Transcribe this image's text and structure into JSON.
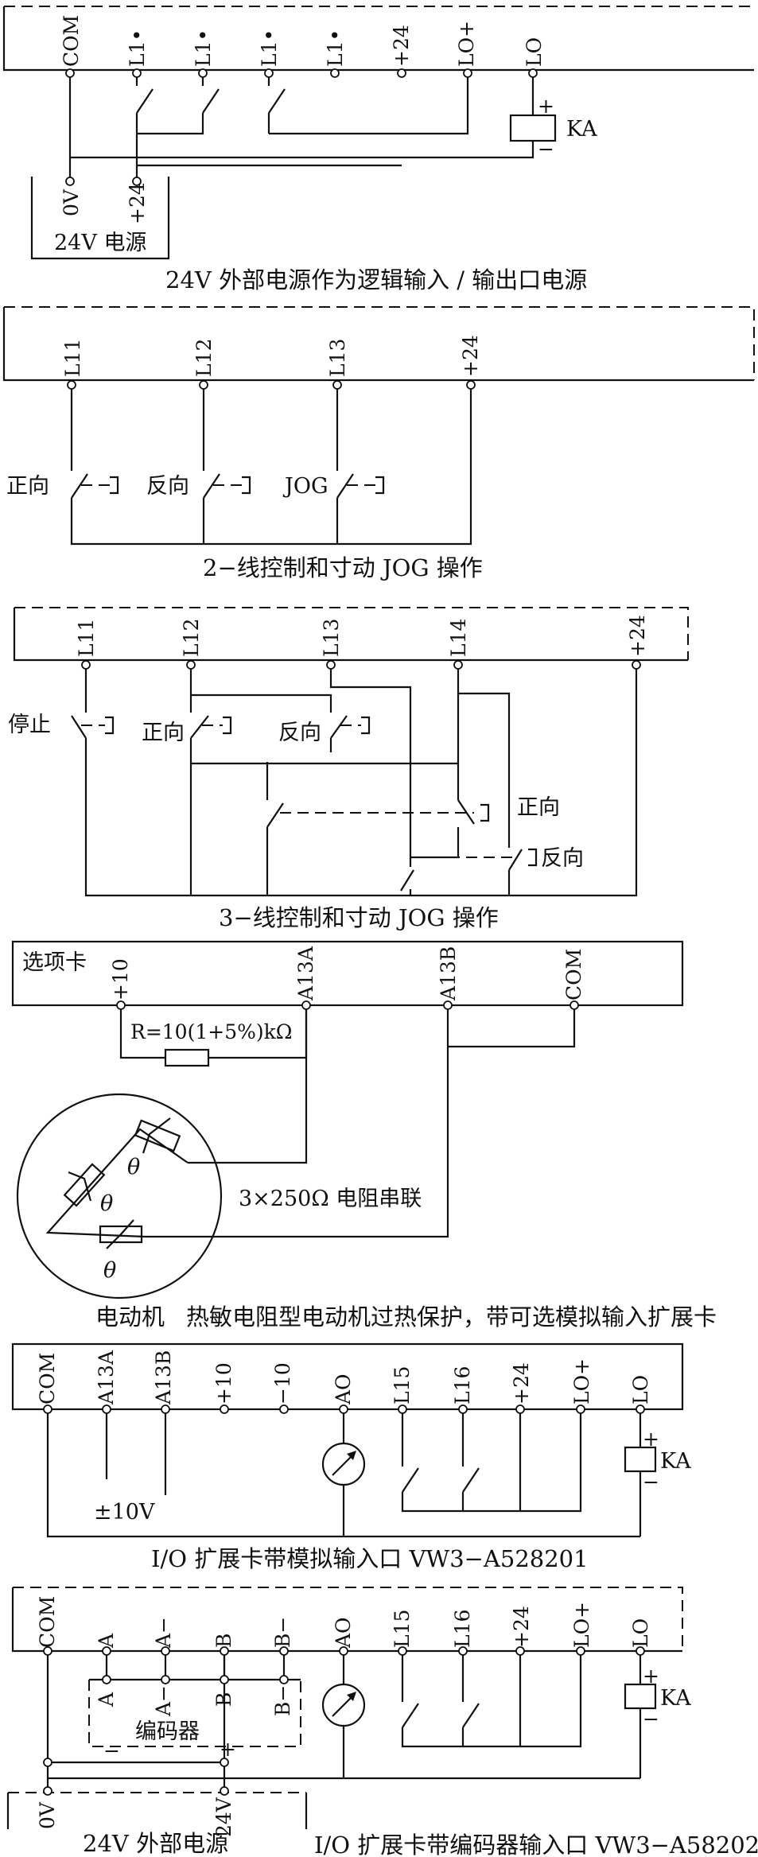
{
  "diagrams": [
    {
      "caption": "24V 外部电源作为逻辑输入 / 输出口电源",
      "terminals": [
        "COM",
        "L1•",
        "L1•",
        "L1•",
        "L1•",
        "+24",
        "LO+",
        "LO"
      ],
      "supply_box": {
        "label": "24V 电源",
        "terminals": [
          "0V",
          "+24"
        ]
      },
      "relay": {
        "label": "KA",
        "plus": "+",
        "minus": "−"
      }
    },
    {
      "caption": "2−线控制和寸动 JOG 操作",
      "terminals": [
        "L11",
        "L12",
        "L13",
        "+24"
      ],
      "switches": [
        "正向",
        "反向",
        "JOG"
      ]
    },
    {
      "caption": "3−线控制和寸动 JOG 操作",
      "terminals": [
        "L11",
        "L12",
        "L13",
        "L14",
        "+24"
      ],
      "switches": [
        "停止",
        "正向",
        "反向",
        "正向",
        "反向"
      ]
    },
    {
      "caption": "热敏电阻型电动机过热保护，带可选模拟输入扩展卡",
      "card_label": "选项卡",
      "terminals": [
        "+10",
        "A13A",
        "A13B",
        "COM"
      ],
      "resistor": "R=10(1+5%)kΩ",
      "series_note": "3×250Ω 电阻串联",
      "theta": [
        "θ",
        "θ",
        "θ"
      ],
      "motor_label": "电动机"
    },
    {
      "caption": "I/O 扩展卡带模拟输入口 VW3−A528201",
      "terminals": [
        "COM",
        "A13A",
        "A13B",
        "+10",
        "−10",
        "AO",
        "L15",
        "L16",
        "+24",
        "LO+",
        "LO"
      ],
      "voltage": "±10V",
      "relay": {
        "label": "KA",
        "plus": "+",
        "minus": "−"
      }
    },
    {
      "caption": "I/O 扩展卡带编码器输入口 VW3−A58202",
      "terminals": [
        "COM",
        "A",
        "A−",
        "B",
        "B−",
        "AO",
        "L15",
        "L16",
        "+24",
        "LO+",
        "LO"
      ],
      "encoder": {
        "label": "编码器",
        "pins": [
          "A",
          "A−",
          "B",
          "B−"
        ],
        "minus": "−",
        "plus": "+"
      },
      "supply": {
        "label": "24V 外部电源",
        "terminals": [
          "0V",
          "24V"
        ]
      },
      "relay": {
        "label": "KA",
        "plus": "+",
        "minus": "−"
      }
    }
  ]
}
